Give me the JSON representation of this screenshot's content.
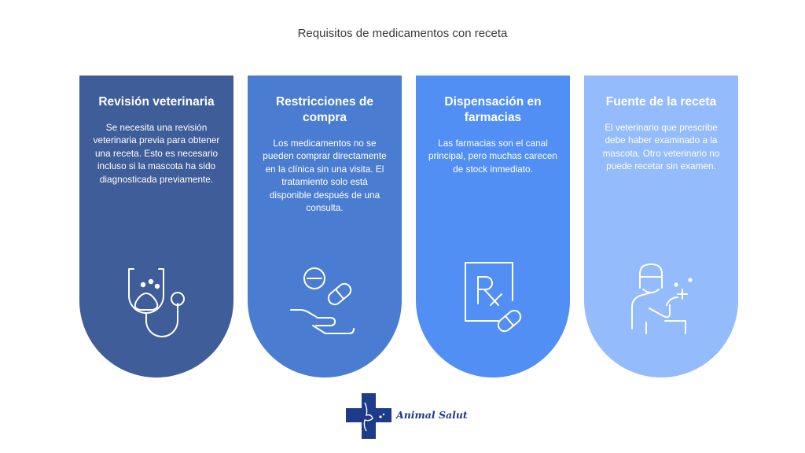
{
  "title": "Requisitos de medicamentos con receta",
  "cards": [
    {
      "title": "Revisión veterinaria",
      "text": "Se necesita una revisión veterinaria previa para obtener una receta. Esto es necesario incluso si la mascota ha sido diagnosticada previamente.",
      "color": "#3F5D99",
      "icon": "stethoscope-paw-icon"
    },
    {
      "title": "Restricciones de compra",
      "text": "Los medicamentos no se pueden comprar directamente en la clínica sin una visita. El tratamiento solo está disponible después de una consulta.",
      "color": "#4A7DD1",
      "icon": "hand-pills-icon"
    },
    {
      "title": "Dispensación en farmacias",
      "text": "Las farmacias son el canal principal, pero muchas carecen de stock inmediato.",
      "color": "#518FF5",
      "icon": "prescription-rx-icon"
    },
    {
      "title": "Fuente de la receta",
      "text": "El veterinario que prescribe debe haber examinado a la mascota. Otro veterinario no puede recetar sin examen.",
      "color": "#94BBFB",
      "icon": "veterinarian-pet-icon"
    }
  ],
  "logo": {
    "name": "Animal Salut",
    "color": "#1E3A8A",
    "icon": "medical-cross-pet-icon"
  }
}
